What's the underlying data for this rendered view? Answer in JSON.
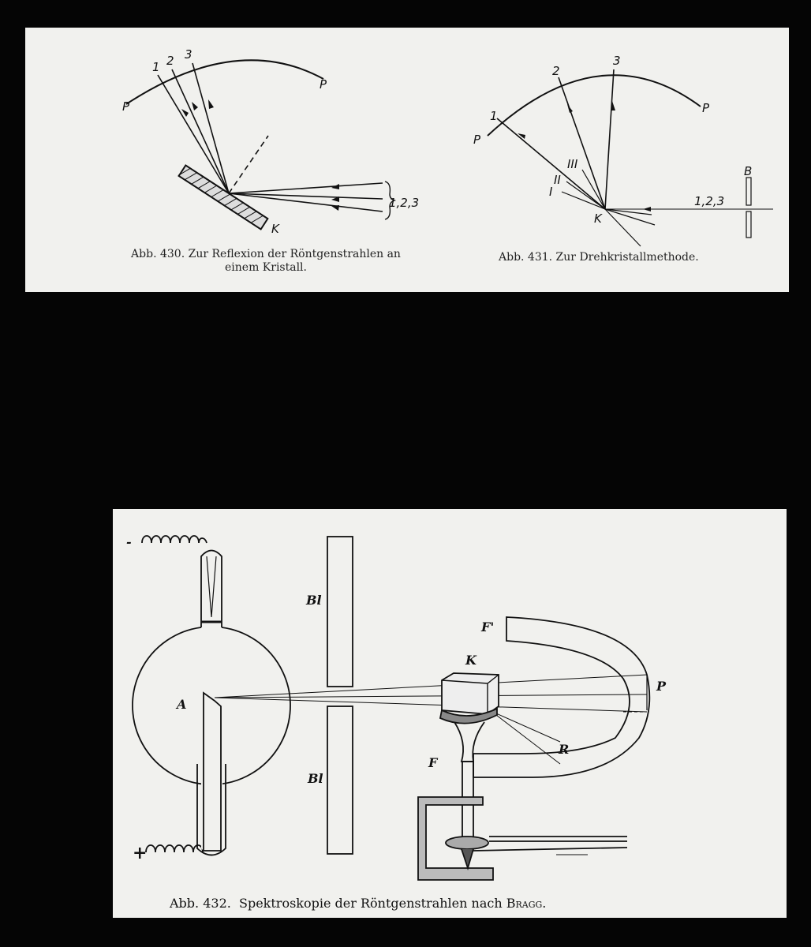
{
  "fig430": {
    "caption_line1": "Abb. 430. Zur Reflexion der Röntgenstrahlen an",
    "caption_line2": "einem Kristall.",
    "labels": {
      "p_left": "P",
      "p_right": "P",
      "r1": "1",
      "r2": "2",
      "r3": "3",
      "rays": "1,2,3",
      "crystal": "K"
    }
  },
  "fig431": {
    "caption": "Abb. 431. Zur Drehkristallmethode.",
    "labels": {
      "p_left": "P",
      "p_right": "P",
      "r1": "1",
      "r2": "2",
      "r3": "3",
      "iii": "III",
      "ii": "II",
      "i": "I",
      "crystal": "K",
      "rays": "1,2,3",
      "slit": "B"
    }
  },
  "fig432": {
    "caption_prefix": "Abb. 432.  Spektroskopie der Röntgenstrahlen nach",
    "caption_name": "Bragg.",
    "labels": {
      "minus": "-",
      "plus": "+",
      "anode": "A",
      "bl_top": "Bl",
      "bl_bottom": "Bl",
      "crystal": "K",
      "film_top": "F'",
      "film_bottom": "F",
      "point_p": "P",
      "point_r": "R"
    }
  }
}
